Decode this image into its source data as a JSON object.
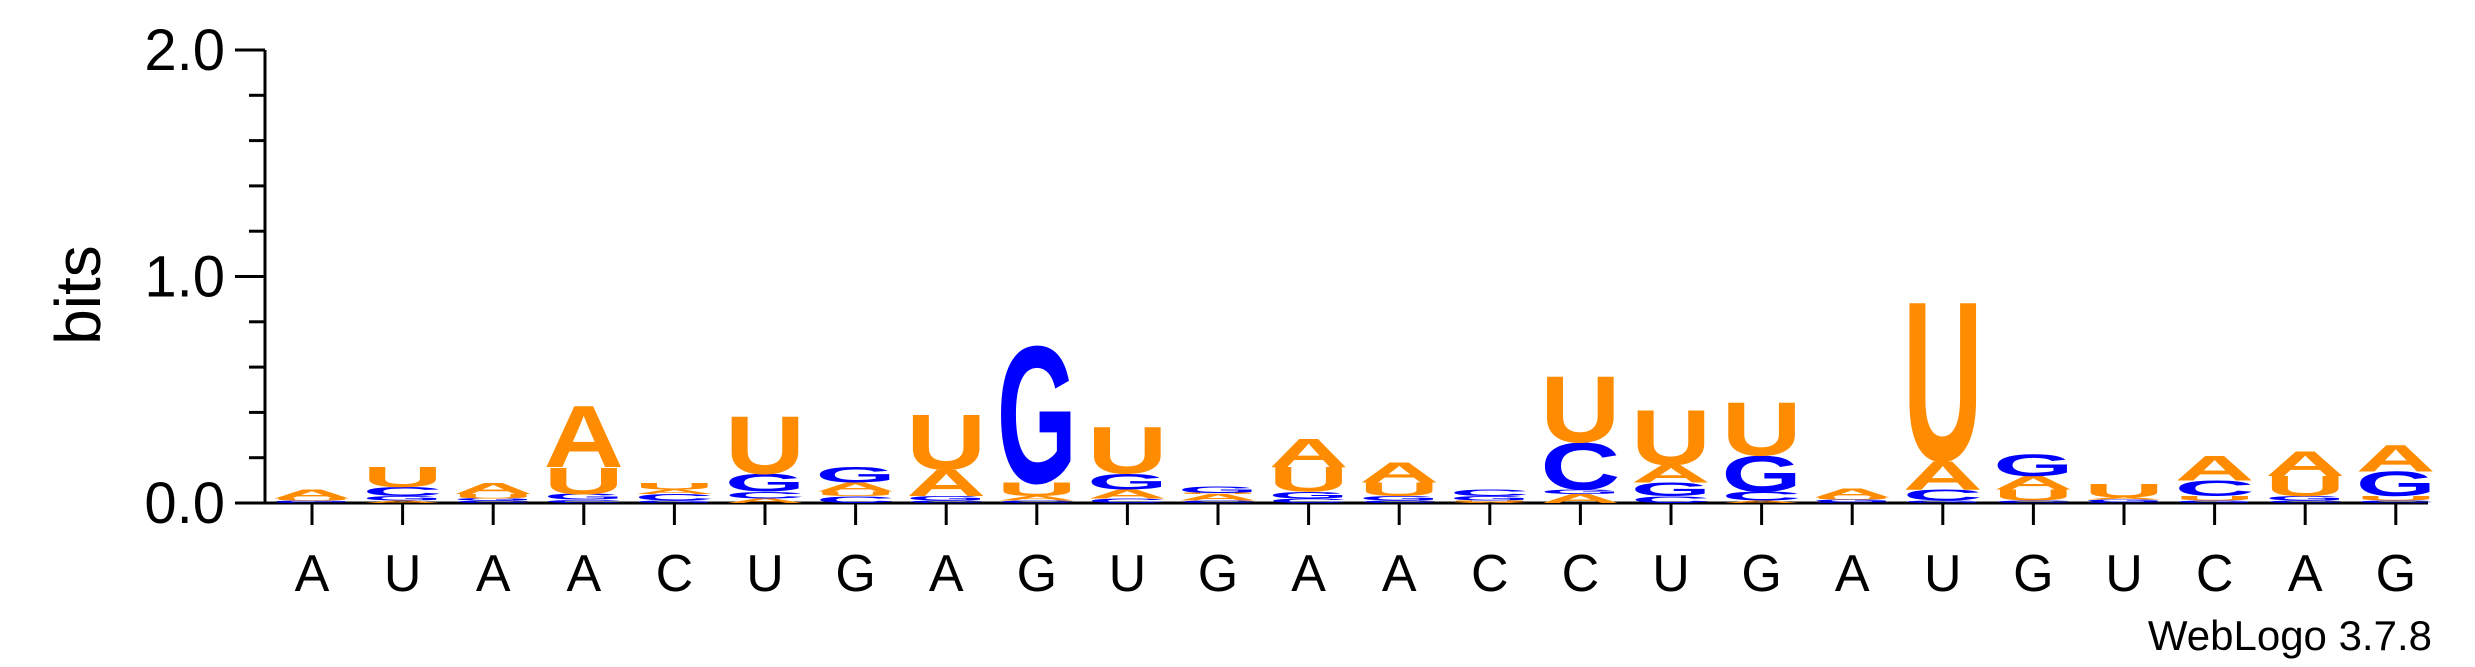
{
  "chart_data": {
    "type": "sequence-logo",
    "ylabel": "bits",
    "ylim": [
      0,
      2.0
    ],
    "yticks": [
      "0.0",
      "1.0",
      "2.0"
    ],
    "credit": "WebLogo 3.7.8",
    "colors": {
      "A": "#ff8c00",
      "U": "#ff8c00",
      "G": "#0000ff",
      "C": "#0000ff"
    },
    "positions": [
      {
        "label": "A",
        "stack": [
          {
            "b": "C",
            "h": 0.005
          },
          {
            "b": "G",
            "h": 0.005
          },
          {
            "b": "U",
            "h": 0.01
          },
          {
            "b": "A",
            "h": 0.04
          }
        ]
      },
      {
        "label": "U",
        "stack": [
          {
            "b": "A",
            "h": 0.01
          },
          {
            "b": "G",
            "h": 0.02
          },
          {
            "b": "C",
            "h": 0.04
          },
          {
            "b": "U",
            "h": 0.09
          }
        ]
      },
      {
        "label": "A",
        "stack": [
          {
            "b": "C",
            "h": 0.01
          },
          {
            "b": "G",
            "h": 0.01
          },
          {
            "b": "U",
            "h": 0.02
          },
          {
            "b": "A",
            "h": 0.05
          }
        ]
      },
      {
        "label": "A",
        "stack": [
          {
            "b": "C",
            "h": 0.015
          },
          {
            "b": "G",
            "h": 0.025
          },
          {
            "b": "U",
            "h": 0.12
          },
          {
            "b": "A",
            "h": 0.28
          }
        ]
      },
      {
        "label": "C",
        "stack": [
          {
            "b": "G",
            "h": 0.01
          },
          {
            "b": "C",
            "h": 0.03
          },
          {
            "b": "A",
            "h": 0.02
          },
          {
            "b": "U",
            "h": 0.03
          }
        ]
      },
      {
        "label": "U",
        "stack": [
          {
            "b": "A",
            "h": 0.02
          },
          {
            "b": "C",
            "h": 0.03
          },
          {
            "b": "G",
            "h": 0.08
          },
          {
            "b": "U",
            "h": 0.26
          }
        ]
      },
      {
        "label": "G",
        "stack": [
          {
            "b": "C",
            "h": 0.03
          },
          {
            "b": "U",
            "h": 0.02
          },
          {
            "b": "A",
            "h": 0.04
          },
          {
            "b": "G",
            "h": 0.07
          }
        ]
      },
      {
        "label": "A",
        "stack": [
          {
            "b": "C",
            "h": 0.01
          },
          {
            "b": "G",
            "h": 0.02
          },
          {
            "b": "A",
            "h": 0.12
          },
          {
            "b": "U",
            "h": 0.25
          }
        ]
      },
      {
        "label": "G",
        "stack": [
          {
            "b": "C",
            "h": 0.01
          },
          {
            "b": "A",
            "h": 0.02
          },
          {
            "b": "U",
            "h": 0.06
          },
          {
            "b": "G",
            "h": 0.62
          }
        ]
      },
      {
        "label": "U",
        "stack": [
          {
            "b": "C",
            "h": 0.02
          },
          {
            "b": "A",
            "h": 0.04
          },
          {
            "b": "G",
            "h": 0.07
          },
          {
            "b": "U",
            "h": 0.21
          }
        ]
      },
      {
        "label": "G",
        "stack": [
          {
            "b": "C",
            "h": 0.01
          },
          {
            "b": "A",
            "h": 0.03
          },
          {
            "b": "U",
            "h": 0.005
          },
          {
            "b": "G",
            "h": 0.03
          }
        ]
      },
      {
        "label": "A",
        "stack": [
          {
            "b": "C",
            "h": 0.02
          },
          {
            "b": "G",
            "h": 0.03
          },
          {
            "b": "U",
            "h": 0.11
          },
          {
            "b": "A",
            "h": 0.13
          }
        ]
      },
      {
        "label": "A",
        "stack": [
          {
            "b": "C",
            "h": 0.01
          },
          {
            "b": "G",
            "h": 0.02
          },
          {
            "b": "U",
            "h": 0.06
          },
          {
            "b": "A",
            "h": 0.09
          }
        ]
      },
      {
        "label": "C",
        "stack": [
          {
            "b": "A",
            "h": 0.005
          },
          {
            "b": "U",
            "h": 0.005
          },
          {
            "b": "G",
            "h": 0.02
          },
          {
            "b": "C",
            "h": 0.03
          }
        ]
      },
      {
        "label": "C",
        "stack": [
          {
            "b": "A",
            "h": 0.04
          },
          {
            "b": "G",
            "h": 0.02
          },
          {
            "b": "C",
            "h": 0.21
          },
          {
            "b": "U",
            "h": 0.3
          }
        ]
      },
      {
        "label": "U",
        "stack": [
          {
            "b": "C",
            "h": 0.03
          },
          {
            "b": "G",
            "h": 0.06
          },
          {
            "b": "A",
            "h": 0.08
          },
          {
            "b": "U",
            "h": 0.25
          }
        ]
      },
      {
        "label": "G",
        "stack": [
          {
            "b": "A",
            "h": 0.01
          },
          {
            "b": "C",
            "h": 0.04
          },
          {
            "b": "G",
            "h": 0.16
          },
          {
            "b": "U",
            "h": 0.24
          }
        ]
      },
      {
        "label": "A",
        "stack": [
          {
            "b": "C",
            "h": 0.005
          },
          {
            "b": "G",
            "h": 0.01
          },
          {
            "b": "U",
            "h": 0.01
          },
          {
            "b": "A",
            "h": 0.04
          }
        ]
      },
      {
        "label": "U",
        "stack": [
          {
            "b": "G",
            "h": 0.01
          },
          {
            "b": "C",
            "h": 0.05
          },
          {
            "b": "A",
            "h": 0.13
          },
          {
            "b": "U",
            "h": 0.72
          }
        ]
      },
      {
        "label": "G",
        "stack": [
          {
            "b": "C",
            "h": 0.01
          },
          {
            "b": "U",
            "h": 0.05
          },
          {
            "b": "A",
            "h": 0.06
          },
          {
            "b": "G",
            "h": 0.1
          }
        ]
      },
      {
        "label": "U",
        "stack": [
          {
            "b": "C",
            "h": 0.005
          },
          {
            "b": "G",
            "h": 0.01
          },
          {
            "b": "A",
            "h": 0.01
          },
          {
            "b": "U",
            "h": 0.06
          }
        ]
      },
      {
        "label": "C",
        "stack": [
          {
            "b": "G",
            "h": 0.01
          },
          {
            "b": "U",
            "h": 0.02
          },
          {
            "b": "C",
            "h": 0.07
          },
          {
            "b": "A",
            "h": 0.11
          }
        ]
      },
      {
        "label": "A",
        "stack": [
          {
            "b": "C",
            "h": 0.01
          },
          {
            "b": "G",
            "h": 0.02
          },
          {
            "b": "U",
            "h": 0.09
          },
          {
            "b": "A",
            "h": 0.11
          }
        ]
      },
      {
        "label": "G",
        "stack": [
          {
            "b": "C",
            "h": 0.01
          },
          {
            "b": "U",
            "h": 0.02
          },
          {
            "b": "G",
            "h": 0.11
          },
          {
            "b": "A",
            "h": 0.12
          }
        ]
      }
    ]
  }
}
